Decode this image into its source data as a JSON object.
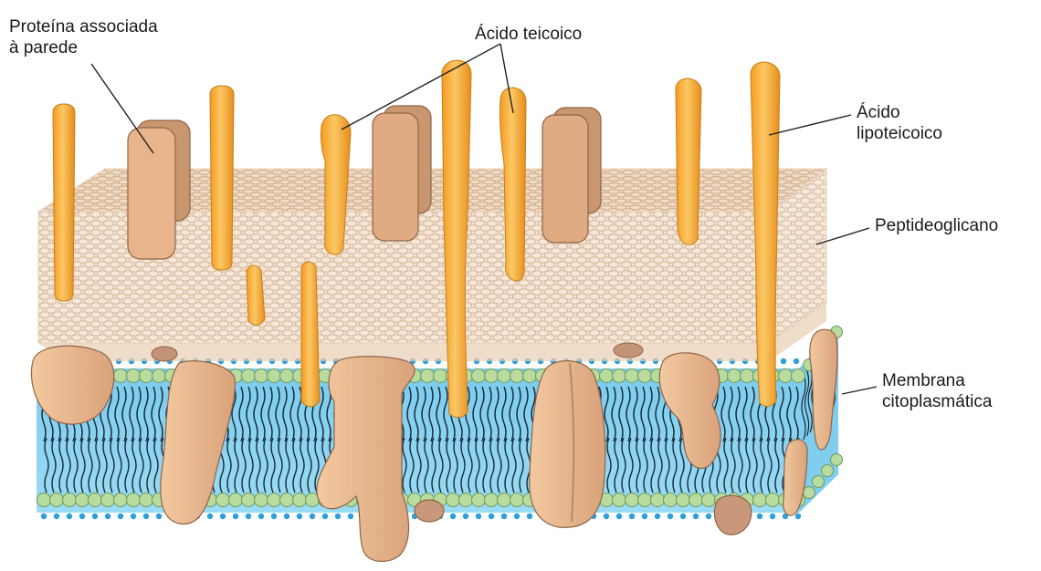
{
  "labels": {
    "wall_protein": [
      "Proteína associada",
      "à parede"
    ],
    "teichoic_acid": "Ácido teicoico",
    "lipoteichoic_acid": [
      "Ácido",
      "lipoteicoico"
    ],
    "peptidoglycan": "Peptideoglicano",
    "membrane": [
      "Membrana",
      "citoplasmática"
    ]
  },
  "colors": {
    "rod": "#f7ac3c",
    "rod_edge": "#c77d17",
    "rod_highlight": "#fbd07e",
    "protein": "#e9b98e",
    "protein_shade": "#b8896a",
    "protein_edge": "#8f6547",
    "peptidoglycan": "#f6e7d8",
    "peptidoglycan_mesh": "#d9bfa6",
    "membrane_blue": "#8fd6f2",
    "membrane_blue_deep": "#4fb3e1",
    "head_green": "#b8dba0",
    "head_edge": "#6e9a58",
    "head_blue": "#2e9fd9",
    "tail": "#1b2732"
  }
}
